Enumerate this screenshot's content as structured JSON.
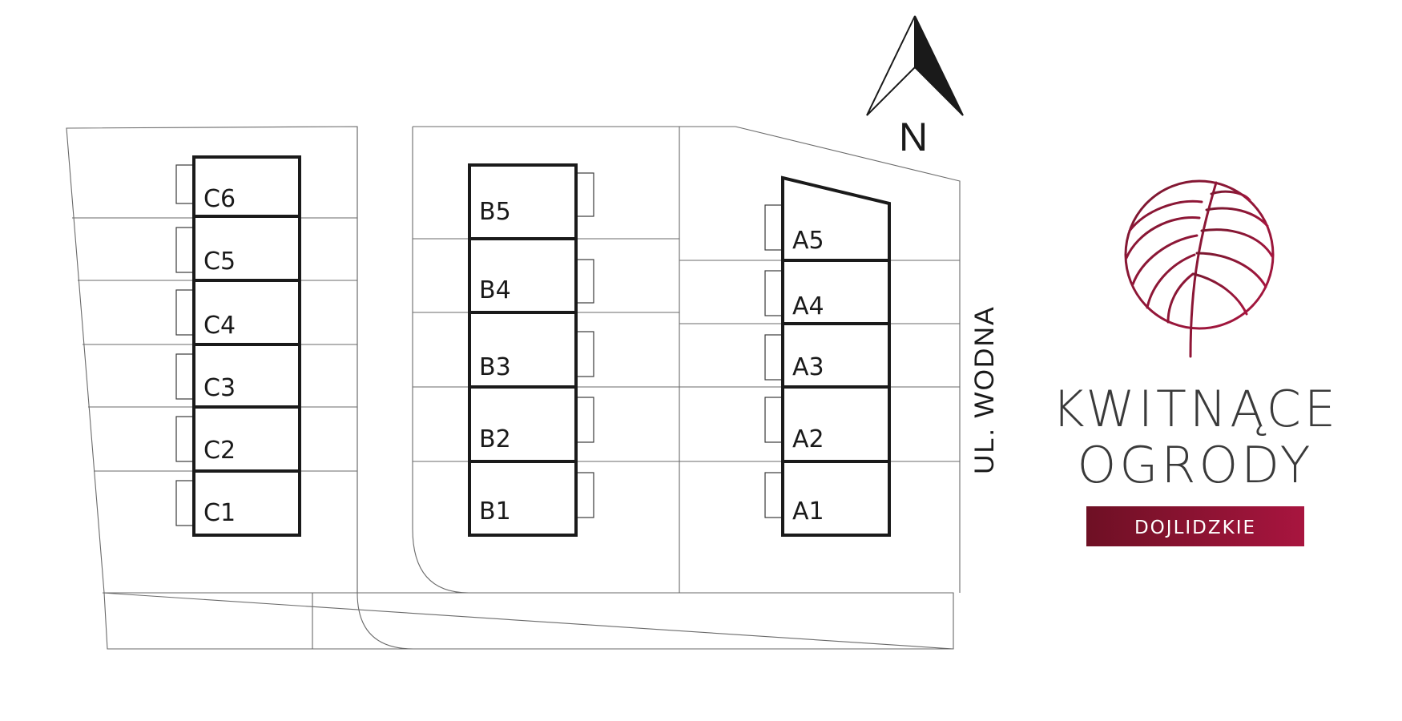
{
  "map": {
    "north_label": "N",
    "street_label": "UL. WODNA",
    "units": {
      "c6": "C6",
      "c5": "C5",
      "c4": "C4",
      "c3": "C3",
      "c2": "C2",
      "c1": "C1",
      "b5": "B5",
      "b4": "B4",
      "b3": "B3",
      "b2": "B2",
      "b1": "B1",
      "a5": "A5",
      "a4": "A4",
      "a3": "A3",
      "a2": "A2",
      "a1": "A1"
    }
  },
  "brand": {
    "name_line1": "KWITNĄCE",
    "name_line2": "OGRODY",
    "badge": "DOJLIDZKIE",
    "colors": {
      "accent": "#9e1b3a",
      "accent_dark": "#6e1024",
      "text": "#3a3a3a"
    },
    "logo_icon": "leaf-in-circle-icon"
  }
}
